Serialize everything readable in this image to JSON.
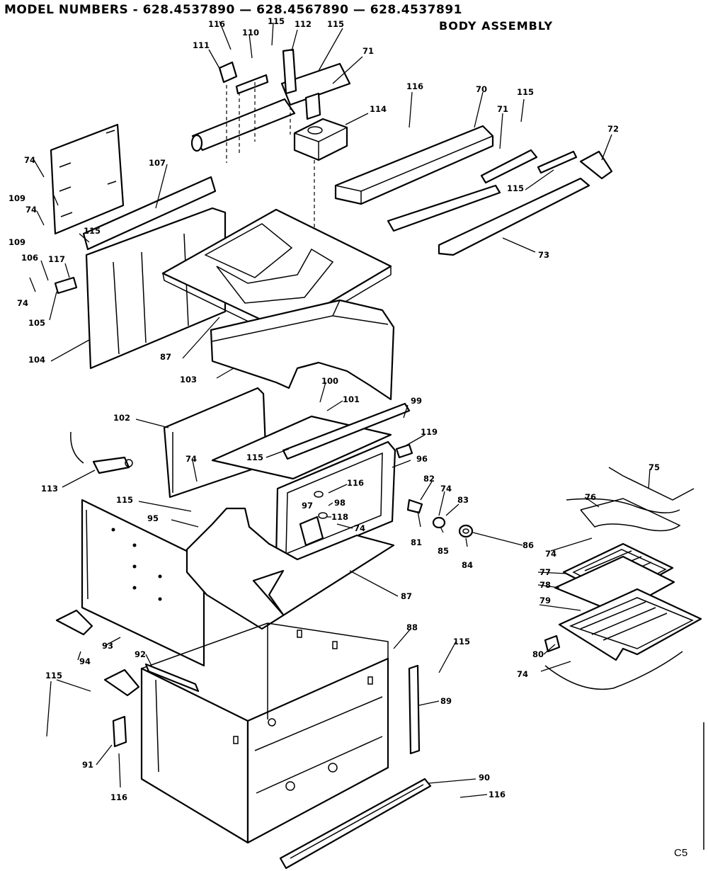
{
  "header": {
    "title": "MODEL NUMBERS - 628.4537890 — 628.4567890 — 628.4537891",
    "subtitle": "BODY ASSEMBLY"
  },
  "corner_code": "C5",
  "callouts": [
    {
      "id": "c116a",
      "text": "116"
    },
    {
      "id": "c110",
      "text": "110"
    },
    {
      "id": "c115a",
      "text": "115"
    },
    {
      "id": "c112",
      "text": "112"
    },
    {
      "id": "c115b",
      "text": "115"
    },
    {
      "id": "c111",
      "text": "111"
    },
    {
      "id": "c71a",
      "text": "71"
    },
    {
      "id": "c114",
      "text": "114"
    },
    {
      "id": "c116b",
      "text": "116"
    },
    {
      "id": "c70",
      "text": "70"
    },
    {
      "id": "c71b",
      "text": "71"
    },
    {
      "id": "c115c",
      "text": "115"
    },
    {
      "id": "c72",
      "text": "72"
    },
    {
      "id": "c115d",
      "text": "115"
    },
    {
      "id": "c73",
      "text": "73"
    },
    {
      "id": "c74a",
      "text": "74"
    },
    {
      "id": "c107",
      "text": "107"
    },
    {
      "id": "c109a",
      "text": "109"
    },
    {
      "id": "c74b",
      "text": "74"
    },
    {
      "id": "c109b",
      "text": "109"
    },
    {
      "id": "c115e",
      "text": "115"
    },
    {
      "id": "c106",
      "text": "106"
    },
    {
      "id": "c117",
      "text": "117"
    },
    {
      "id": "c74c",
      "text": "74"
    },
    {
      "id": "c105",
      "text": "105"
    },
    {
      "id": "c87a",
      "text": "87"
    },
    {
      "id": "c104",
      "text": "104"
    },
    {
      "id": "c103",
      "text": "103"
    },
    {
      "id": "c100",
      "text": "100"
    },
    {
      "id": "c101",
      "text": "101"
    },
    {
      "id": "c99",
      "text": "99"
    },
    {
      "id": "c102",
      "text": "102"
    },
    {
      "id": "c119",
      "text": "119"
    },
    {
      "id": "c96",
      "text": "96"
    },
    {
      "id": "c115f",
      "text": "115"
    },
    {
      "id": "c74d",
      "text": "74"
    },
    {
      "id": "c82",
      "text": "82"
    },
    {
      "id": "c74e",
      "text": "74"
    },
    {
      "id": "c116c",
      "text": "116"
    },
    {
      "id": "c98",
      "text": "98"
    },
    {
      "id": "c83",
      "text": "83"
    },
    {
      "id": "c113",
      "text": "113"
    },
    {
      "id": "c115g",
      "text": "115"
    },
    {
      "id": "c97",
      "text": "97"
    },
    {
      "id": "c118",
      "text": "118"
    },
    {
      "id": "c95",
      "text": "95"
    },
    {
      "id": "c74f",
      "text": "74"
    },
    {
      "id": "c81",
      "text": "81"
    },
    {
      "id": "c85",
      "text": "85"
    },
    {
      "id": "c84",
      "text": "84"
    },
    {
      "id": "c86",
      "text": "86"
    },
    {
      "id": "c87b",
      "text": "87"
    },
    {
      "id": "c75",
      "text": "75"
    },
    {
      "id": "c76",
      "text": "76"
    },
    {
      "id": "c74g",
      "text": "74"
    },
    {
      "id": "c77",
      "text": "77"
    },
    {
      "id": "c78",
      "text": "78"
    },
    {
      "id": "c79",
      "text": "79"
    },
    {
      "id": "c88",
      "text": "88"
    },
    {
      "id": "c93",
      "text": "93"
    },
    {
      "id": "c94",
      "text": "94"
    },
    {
      "id": "c92",
      "text": "92"
    },
    {
      "id": "c115h",
      "text": "115"
    },
    {
      "id": "c115i",
      "text": "115"
    },
    {
      "id": "c89",
      "text": "89"
    },
    {
      "id": "c80",
      "text": "80"
    },
    {
      "id": "c74h",
      "text": "74"
    },
    {
      "id": "c91",
      "text": "91"
    },
    {
      "id": "c90",
      "text": "90"
    },
    {
      "id": "c116d",
      "text": "116"
    },
    {
      "id": "c116e",
      "text": "116"
    }
  ]
}
